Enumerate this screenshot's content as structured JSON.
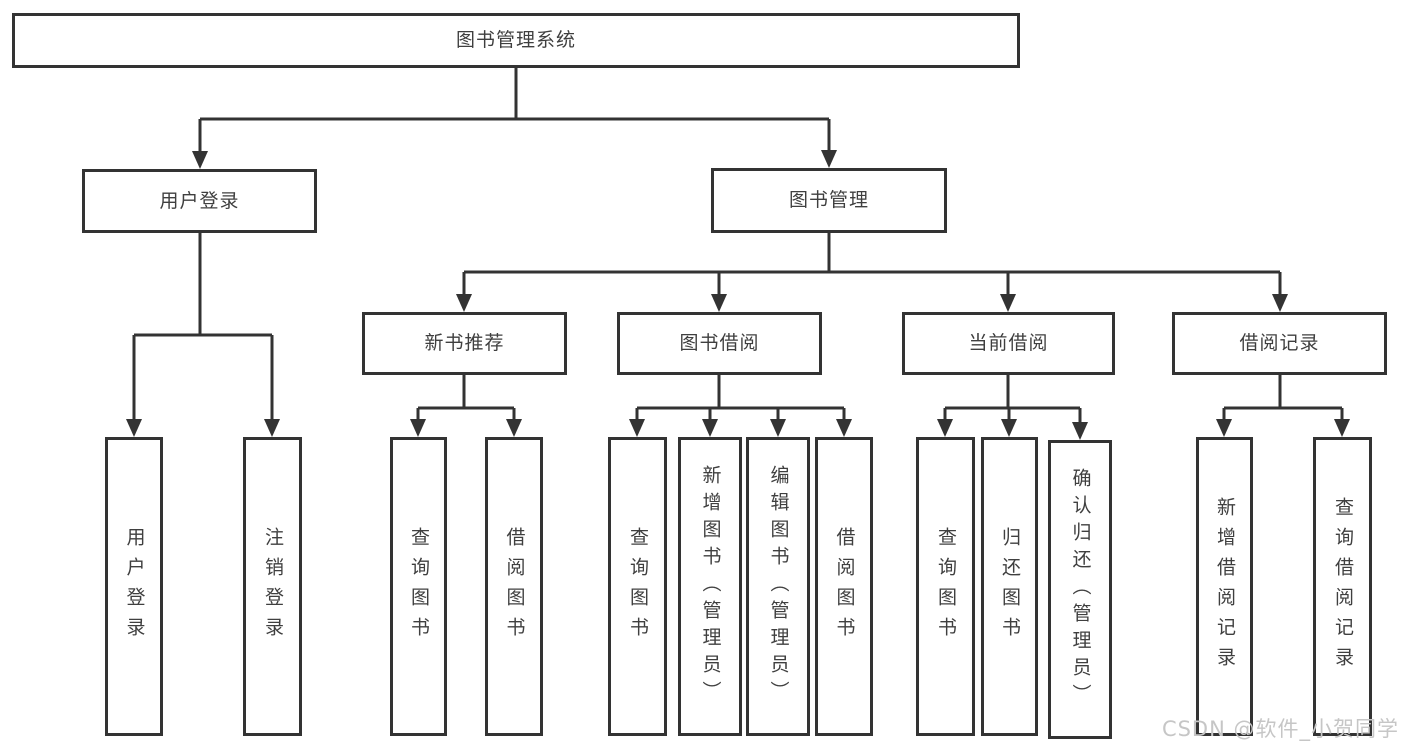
{
  "diagram": {
    "root": "图书管理系统",
    "level2": {
      "user_login": "用户登录",
      "book_mgmt": "图书管理"
    },
    "level3": {
      "new_books": "新书推荐",
      "book_borrow": "图书借阅",
      "current_borrow": "当前借阅",
      "borrow_records": "借阅记录"
    },
    "leaves": {
      "user_login": [
        "用户登录",
        "注销登录"
      ],
      "new_books": [
        "查询图书",
        "借阅图书"
      ],
      "book_borrow": [
        "查询图书",
        "新增图书（管理员）",
        "编辑图书（管理员）",
        "借阅图书"
      ],
      "current_borrow": [
        "查询图书",
        "归还图书",
        "确认归还（管理员）"
      ],
      "borrow_records": [
        "新增借阅记录",
        "查询借阅记录"
      ]
    }
  },
  "watermark": "CSDN @软件_小贺同学",
  "colors": {
    "line": "#333333",
    "text": "#3f3f3f",
    "background": "#ffffff",
    "watermark": "#c6c6c6"
  }
}
